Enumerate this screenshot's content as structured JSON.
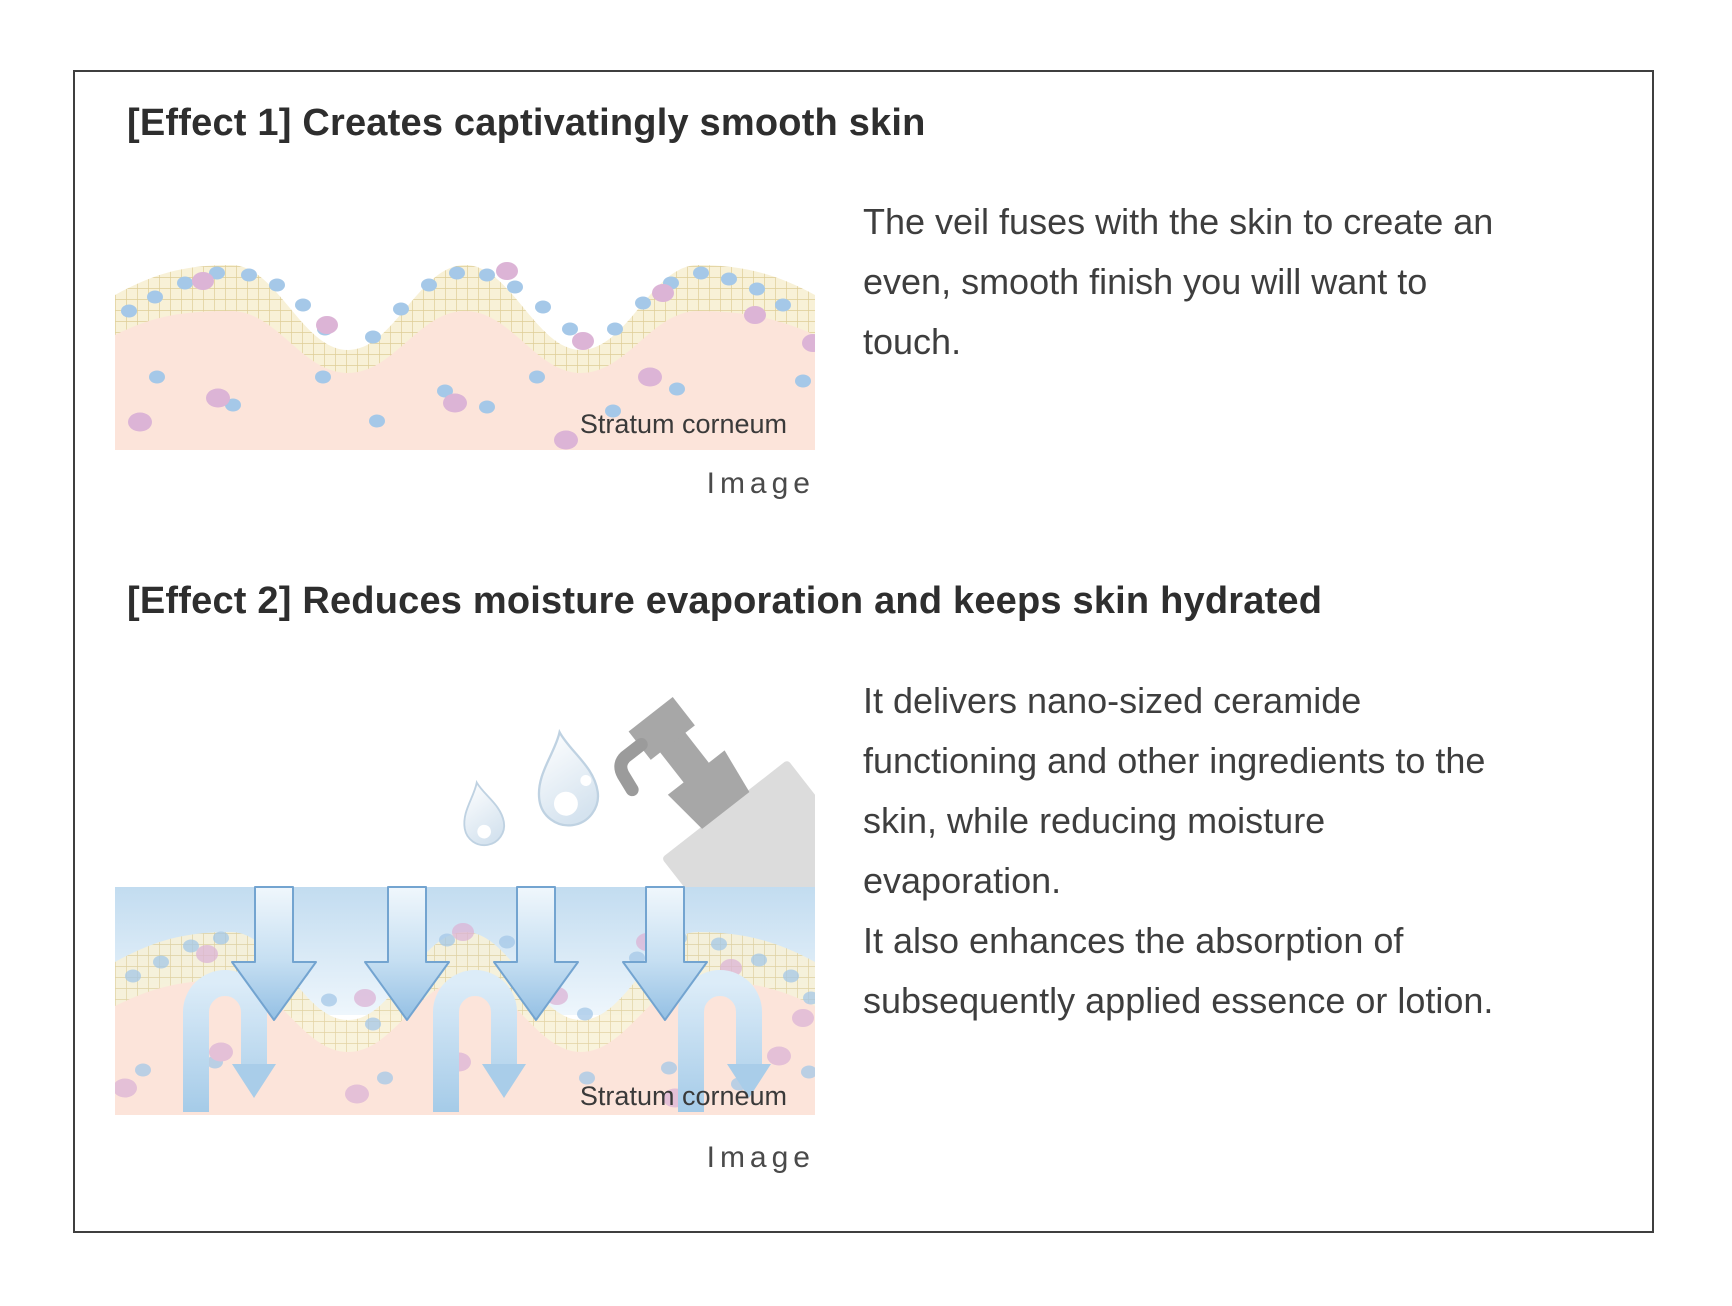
{
  "page": {
    "effect1": {
      "heading": "[Effect 1] Creates captivatingly smooth skin",
      "description_lines": [
        "The veil fuses with the skin to create an",
        "even, smooth finish you will want to",
        "touch."
      ],
      "figure_label": "Stratum corneum",
      "caption": "Image"
    },
    "effect2": {
      "heading": "[Effect 2] Reduces moisture evaporation and keeps skin hydrated",
      "description_lines": [
        "It delivers nano-sized ceramide",
        "functioning and other ingredients to the",
        "skin, while reducing moisture",
        "evaporation.",
        "It also enhances the absorption of",
        "subsequently applied essence or lotion."
      ],
      "figure_label": "Stratum corneum",
      "caption": "Image"
    },
    "colors": {
      "frame_border": "#3f3f3f",
      "heading_text": "#2e2e2e",
      "body_text": "#3e3e3e",
      "caption_text": "#4a4a4a",
      "skin_fill": "#fce4da",
      "veil_mesh_fill": "#f8f1d7",
      "veil_mesh_line": "#dcc98f",
      "ceramide_dot_blue": "#a5c8e8",
      "ceramide_dot_pink": "#dcb4d6",
      "moisture_band_blue": "#c6dff2",
      "arrow_fill_blue": "#9cc6e6",
      "arrow_outline_blue": "#73a4d0",
      "water_drop_line": "#bfd2e2",
      "bottle_body_gray": "#dcdcdc",
      "bottle_pump_gray": "#a7a7a7"
    }
  }
}
